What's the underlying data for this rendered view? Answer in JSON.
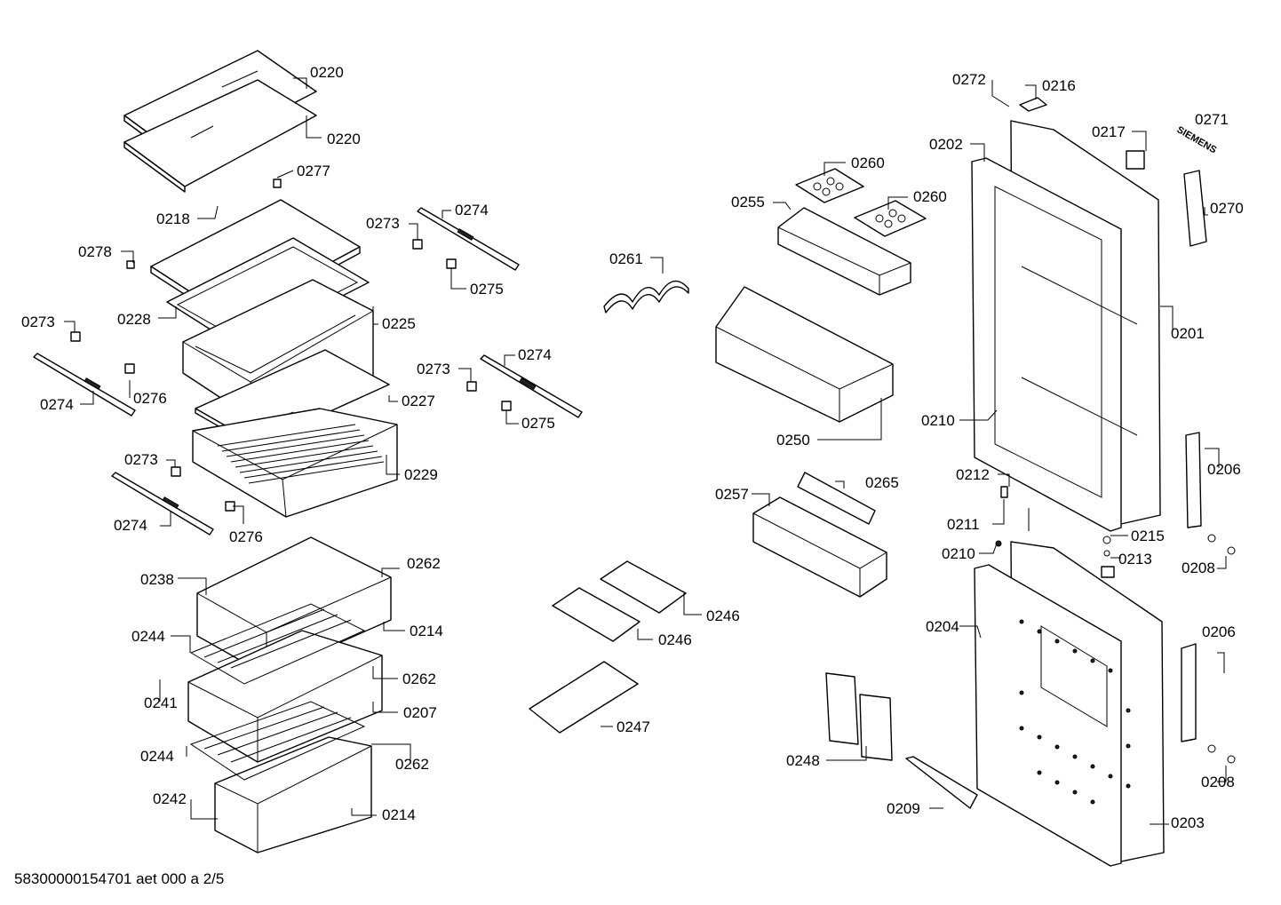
{
  "footer": {
    "document_id": "58300000154701 aet 000 a 2/5"
  },
  "brand_text": "SIEMENS",
  "callouts": [
    "0220",
    "0220",
    "0277",
    "0218",
    "0278",
    "0228",
    "0225",
    "0227",
    "0229",
    "0273",
    "0274",
    "0275",
    "0276",
    "0261",
    "0255",
    "0260",
    "0250",
    "0257",
    "0265",
    "0246",
    "0247",
    "0248",
    "0209",
    "0202",
    "0272",
    "0216",
    "0217",
    "0271",
    "0270",
    "0201",
    "0210",
    "0212",
    "0211",
    "0215",
    "0213",
    "0206",
    "0208",
    "0204",
    "0203",
    "0238",
    "0262",
    "0244",
    "0214",
    "0241",
    "0207",
    "0242"
  ],
  "colors": {
    "line": "#000000",
    "background": "#ffffff"
  }
}
